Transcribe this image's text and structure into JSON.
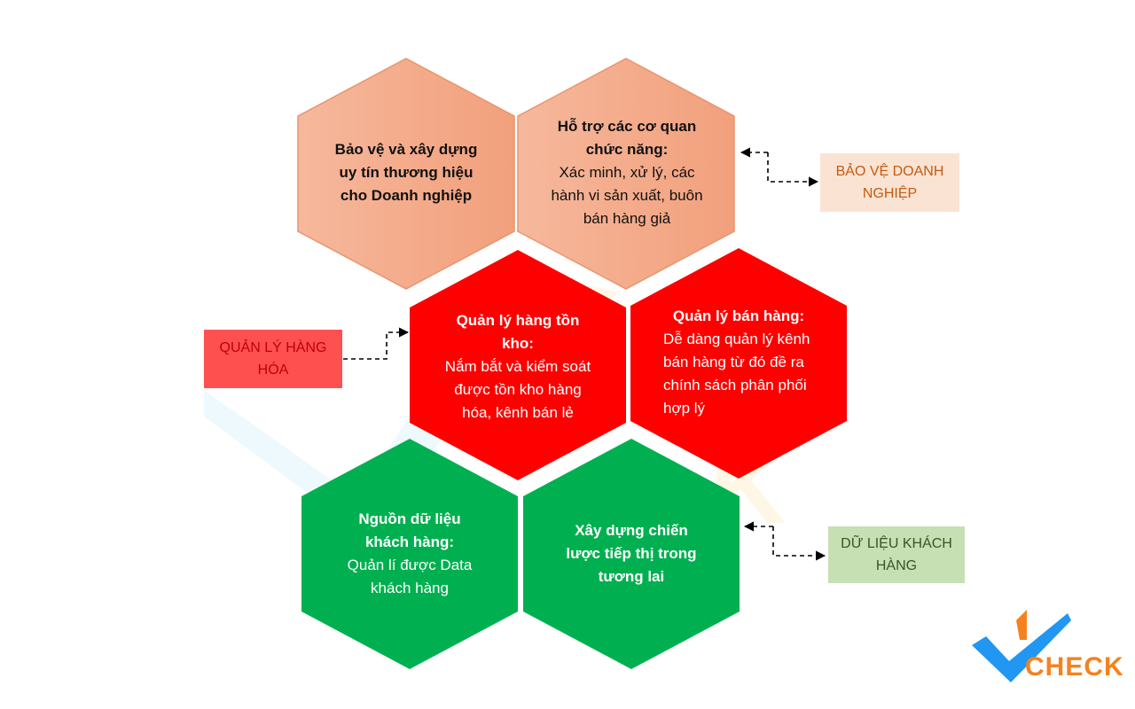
{
  "colors": {
    "top_hex": "#f4ac8c",
    "top_hex_border": "#e8956f",
    "mid_hex": "#ff0000",
    "bottom_hex": "#00b050",
    "label_protect_bg": "#fbe3d3",
    "label_protect_text": "#c55a11",
    "label_goods_bg": "#ff5050",
    "label_goods_text": "#c00000",
    "label_customer_bg": "#c6e0b4",
    "label_customer_text": "#375623",
    "logo_check": "#2196f3",
    "logo_text": "#f58220"
  },
  "hexagons": {
    "brand_protection": {
      "title": "Bảo vệ và xây dựng uy tín thương hiệu cho Doanh nghiệp",
      "body": ""
    },
    "agency_support": {
      "title": "Hỗ trợ các cơ quan chức năng:",
      "body": "Xác minh, xử lý, các hành vi sản xuất, buôn bán hàng giả"
    },
    "inventory": {
      "title": "Quản lý hàng tồn kho:",
      "body": "Nắm bắt và kiểm soát được tồn kho hàng hóa, kênh bán lẻ"
    },
    "sales": {
      "title": "Quản lý bán hàng:",
      "body": "Dễ dàng quản lý kênh bán hàng từ đó đề ra chính sách phân phối hợp lý"
    },
    "customer_data": {
      "title": "Nguồn dữ liệu khách hàng:",
      "body": "Quản lí được Data khách hàng"
    },
    "marketing": {
      "title": "Xây dựng chiến lược tiếp thị trong tương lai",
      "body": ""
    }
  },
  "labels": {
    "protect": "BẢO VỆ DOANH NGHIỆP",
    "goods": "QUẢN LÝ HÀNG HÓA",
    "customer": "DỮ LIỆU KHÁCH HÀNG"
  },
  "logo": {
    "icon": "checkmark-one-icon",
    "text": "CHECK"
  }
}
